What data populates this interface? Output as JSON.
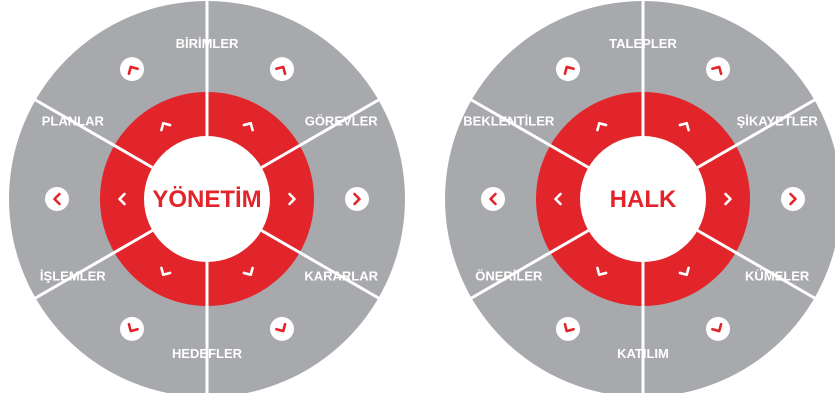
{
  "wheels": [
    {
      "center_label": "YÖNETİM",
      "colors": {
        "outer": "#a7a9ac",
        "ring": "#e1252a",
        "center": "#ffffff",
        "divider": "#ffffff",
        "label": "#ffffff",
        "center_text": "#e1252a"
      },
      "segments": [
        {
          "label": "BİRİMLER"
        },
        {
          "label": "GÖREVLER"
        },
        {
          "label": "KARARLAR"
        },
        {
          "label": "HEDEFLER"
        },
        {
          "label": "İŞLEMLER"
        },
        {
          "label": "PLANLAR"
        }
      ]
    },
    {
      "center_label": "HALK",
      "colors": {
        "outer": "#a7a9ac",
        "ring": "#e1252a",
        "center": "#ffffff",
        "divider": "#ffffff",
        "label": "#ffffff",
        "center_text": "#e1252a"
      },
      "segments": [
        {
          "label": "TALEPLER"
        },
        {
          "label": "ŞİKAYETLER"
        },
        {
          "label": "KÜMELER"
        },
        {
          "label": "KATILIM"
        },
        {
          "label": "ÖNERİLER"
        },
        {
          "label": "BEKLENTİLER"
        }
      ]
    }
  ]
}
